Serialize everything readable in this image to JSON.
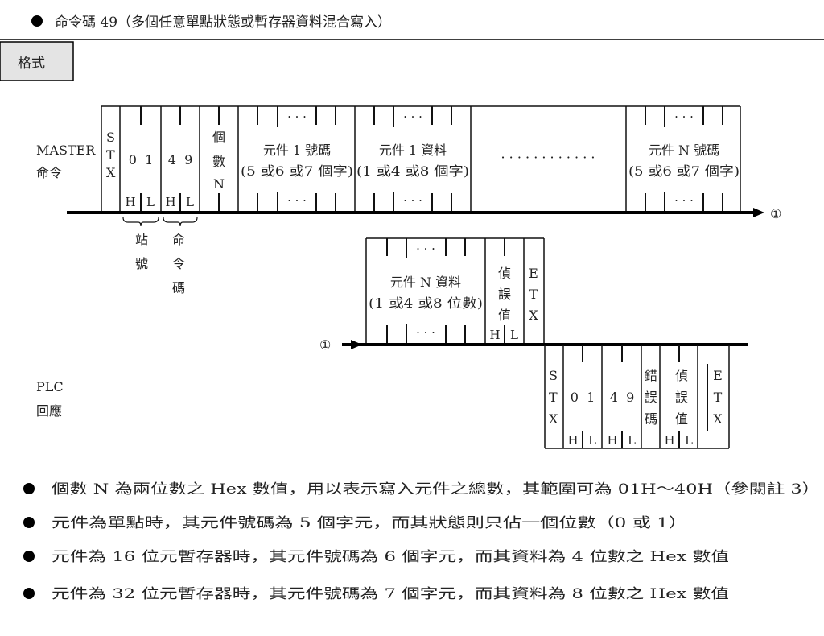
{
  "title": "命令碼 49（多個任意單點狀態或暫存器資料混合寫入）",
  "format_label": "格式",
  "master": {
    "label_line1": "MASTER",
    "label_line2": "命令",
    "stx": [
      "S",
      "T",
      "X"
    ],
    "station": {
      "digits": "0  1",
      "hl": [
        "H",
        "L"
      ]
    },
    "command": {
      "digits": "4  9",
      "hl": [
        "H",
        "L"
      ]
    },
    "count": [
      "個",
      "數",
      "N"
    ],
    "dev1_no": {
      "line1": "元件 1 號碼",
      "line2": "(5 或6 或7 個字)"
    },
    "dev1_data": {
      "line1": "元件 1 資料",
      "line2": "(1 或4 或8 個字)"
    },
    "ellipsis": "· · · · · · · · · · · ·",
    "devN_no": {
      "line1": "元件 N 號碼",
      "line2": "(5 或6 或7 個字)"
    },
    "dots": "· · ·",
    "connector": "①",
    "station_caption": [
      "站",
      "號"
    ],
    "command_caption": [
      "命",
      "令",
      "碼"
    ]
  },
  "master_cont": {
    "connector": "①",
    "devN_data": {
      "line1": "元件 N 資料",
      "line2": "(1 或4 或8 位數)"
    },
    "checksum": [
      "偵",
      "誤",
      "值"
    ],
    "hl": [
      "H",
      "L"
    ],
    "etx": [
      "E",
      "T",
      "X"
    ]
  },
  "plc": {
    "label_line1": "PLC",
    "label_line2": "回應",
    "stx": [
      "S",
      "T",
      "X"
    ],
    "station_digits": "0  1",
    "command_digits": "4  9",
    "error_code": [
      "錯",
      "誤",
      "碼"
    ],
    "checksum": [
      "偵",
      "誤",
      "值"
    ],
    "etx": [
      "E",
      "T",
      "X"
    ],
    "hl": [
      "H",
      "L"
    ]
  },
  "notes": [
    "個數 N 為兩位數之 Hex 數值，用以表示寫入元件之總數，其範圍可為 01H～40H（參閱註 3）",
    "元件為單點時，其元件號碼為 5 個字元，而其狀態則只佔一個位數（0 或 1）",
    "元件為 16 位元暫存器時，其元件號碼為 6 個字元，而其資料為 4 位數之 Hex 數值",
    "元件為 32 位元暫存器時，其元件號碼為 7 個字元，而其資料為 8 位數之 Hex 數值"
  ]
}
